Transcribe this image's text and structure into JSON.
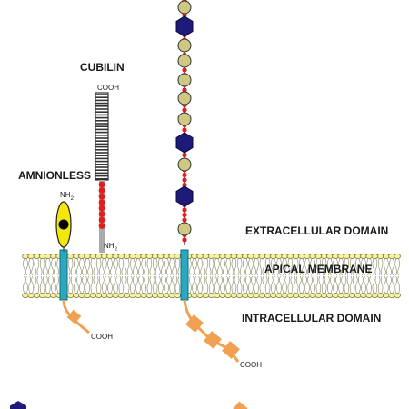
{
  "labels": {
    "cubilin": "CUBILIN",
    "amnionless": "AMNIONLESS",
    "extracellular": "EXTRACELLULAR DOMAIN",
    "apical": "APICAL MEMBRANE",
    "intracellular": "INTRACELLULAR DOMAIN",
    "cubilin_cooh": "COOH",
    "amn_nh2": "NH",
    "amn_nh2_sub": "2",
    "cub_nh2": "NH",
    "cub_nh2_sub": "2",
    "amn_cooh": "COOH",
    "lrp2_cooh": "COOH"
  },
  "colors": {
    "membrane_head": "#f6f0a0",
    "membrane_outline": "#5a5a20",
    "red_bead": "#e21d1d",
    "olive_bead": "#cdc882",
    "navy_hex": "#1e1a78",
    "orange": "#f0a050",
    "teal": "#2aa8c0",
    "yellow": "#f5e60a",
    "cubilin_stripe": "#333333"
  },
  "icons": [
    "lipid-bilayer",
    "yellow-ellipse-amnionless",
    "orange-tail-square",
    "navy-hexagon",
    "olive-bead"
  ]
}
